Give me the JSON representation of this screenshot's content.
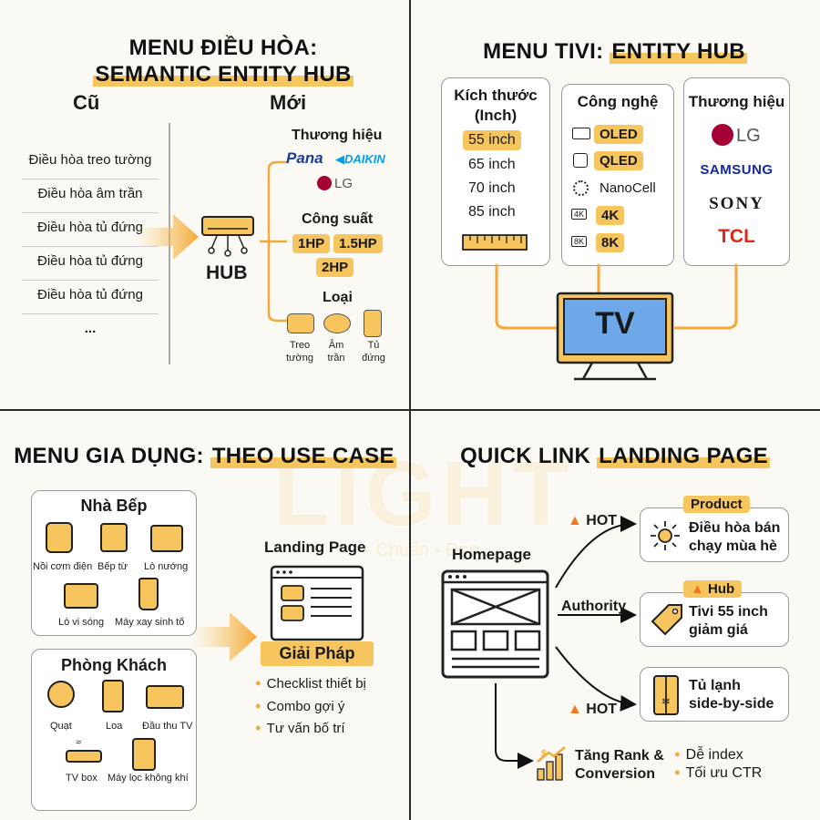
{
  "q1": {
    "title_line1": "MENU ĐIỀU HÒA:",
    "title_line2": "SEMANTIC ENTITY HUB",
    "old_label": "Cũ",
    "new_label": "Mới",
    "old_items": [
      "Điều hòa treo tường",
      "Điều hòa âm trần",
      "Điều hòa tủ đứng",
      "Điều hòa tủ đứng",
      "Điều hòa tủ đứng",
      "..."
    ],
    "hub_label": "HUB",
    "brand_heading": "Thương hiệu",
    "brands": [
      "Pana",
      "DAIKIN",
      "LG"
    ],
    "power_heading": "Công suất",
    "power_options": [
      "1HP",
      "1.5HP",
      "2HP"
    ],
    "type_heading": "Loại",
    "types": [
      {
        "line1": "Treo",
        "line2": "tường"
      },
      {
        "line1": "Âm",
        "line2": "trần"
      },
      {
        "line1": "Tủ",
        "line2": "đứng"
      }
    ]
  },
  "q2": {
    "title_prefix": "MENU TIVI: ",
    "title_highlight": "ENTITY HUB",
    "size_heading_line1": "Kích thước",
    "size_heading_line2": "(Inch)",
    "sizes": [
      "55 inch",
      "65 inch",
      "70 inch",
      "85 inch"
    ],
    "tech_heading": "Công nghệ",
    "techs": [
      "OLED",
      "QLED",
      "NanoCell",
      "4K",
      "8K"
    ],
    "tech_icon_labels": [
      "4K",
      "8K"
    ],
    "brand_heading": "Thương hiệu",
    "brands": [
      "LG",
      "SAMSUNG",
      "SONY",
      "TCL"
    ],
    "tv_label": "TV"
  },
  "q3": {
    "title_prefix": "MENU GIA DỤNG: ",
    "title_highlight": "THEO USE CASE",
    "kitchen_heading": "Nhà Bếp",
    "kitchen_items": [
      "Nồi cơm điện",
      "Bếp từ",
      "Lò nướng",
      "Lò vi sóng",
      "Máy xay sinh tố"
    ],
    "living_heading": "Phòng Khách",
    "living_items": [
      "Quạt",
      "Loa",
      "Đầu thu TV",
      "TV box",
      "Máy lọc không khí"
    ],
    "landing_heading": "Landing Page",
    "solution_label": "Giải Pháp",
    "benefits": [
      "Checklist thiết bị",
      "Combo gợi ý",
      "Tư vấn bố trí"
    ]
  },
  "q4": {
    "title_prefix": "QUICK LINK ",
    "title_highlight": "LANDING PAGE",
    "homepage_label": "Homepage",
    "authority_label": "Authority",
    "hot_label": "HOT",
    "cards": [
      {
        "tag": "Product",
        "line1": "Điều hòa bán",
        "line2": "chạy mùa hè"
      },
      {
        "tag": "Hub",
        "line1": "Tivi 55 inch",
        "line2": "giảm giá"
      },
      {
        "tag": "",
        "line1": "Tủ lạnh",
        "line2": "side-by-side"
      }
    ],
    "result_line1": "Tăng Rank &",
    "result_line2": "Conversion",
    "bullets": [
      "Dễ index",
      "Tối ưu CTR"
    ]
  },
  "watermark": {
    "text": "LIGHT",
    "sub": "- Chuẩn - Đẹp"
  },
  "colors": {
    "accent": "#f7c55d",
    "line": "#f2a93b",
    "tv_screen": "#6ea8e8",
    "lg_red": "#a50034",
    "samsung_blue": "#1428a0",
    "tcl_red": "#e1251b",
    "pana_blue": "#1a3c9b",
    "daikin_blue": "#00a0e9"
  }
}
